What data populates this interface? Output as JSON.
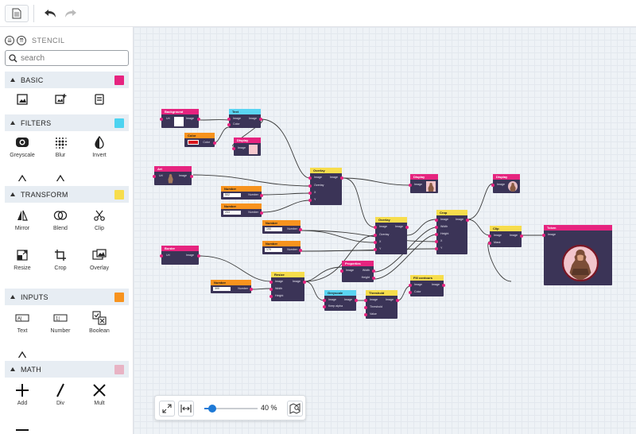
{
  "stencil": {
    "title": "STENCIL",
    "search_placeholder": "search",
    "groups": [
      {
        "label": "BASIC",
        "color": "#e6247f"
      },
      {
        "label": "FILTERS",
        "color": "#4dd3f0"
      },
      {
        "label": "TRANSFORM",
        "color": "#f7dd4c"
      },
      {
        "label": "INPUTS",
        "color": "#f7931e"
      },
      {
        "label": "MATH",
        "color": "#e8b3c4"
      }
    ],
    "basic_items": [
      {
        "label": "",
        "icon": "image-icon"
      },
      {
        "label": "",
        "icon": "image-plus-icon"
      },
      {
        "label": "",
        "icon": "document-icon"
      }
    ],
    "filter_items": [
      {
        "label": "Greyscale",
        "icon": "greyscale-icon"
      },
      {
        "label": "Blur",
        "icon": "blur-icon"
      },
      {
        "label": "Invert",
        "icon": "invert-icon"
      }
    ],
    "transform_items": [
      {
        "label": "Mirror",
        "icon": "mirror-icon"
      },
      {
        "label": "Blend",
        "icon": "blend-icon"
      },
      {
        "label": "Clip",
        "icon": "scissors-icon"
      },
      {
        "label": "Resize",
        "icon": "resize-icon"
      },
      {
        "label": "Crop",
        "icon": "crop-icon"
      },
      {
        "label": "Overlay",
        "icon": "overlay-icon"
      }
    ],
    "input_items": [
      {
        "label": "Text",
        "icon": "text-input-icon"
      },
      {
        "label": "Number",
        "icon": "number-input-icon"
      },
      {
        "label": "Boolean",
        "icon": "boolean-icon"
      }
    ],
    "math_items": [
      {
        "label": "Add",
        "icon": "plus-icon"
      },
      {
        "label": "Div",
        "icon": "slash-icon"
      },
      {
        "label": "Mult",
        "icon": "times-icon"
      }
    ]
  },
  "nodes": {
    "background": {
      "title": "Background",
      "out": "Image",
      "in": "Url"
    },
    "text": {
      "title": "Text",
      "in1": "Image",
      "in2": "Color",
      "out": "Image"
    },
    "color": {
      "title": "Color",
      "out": "Color"
    },
    "display1": {
      "title": "Display",
      "in": "Image"
    },
    "art": {
      "title": "Art",
      "in": "Url",
      "out": "Image"
    },
    "number1": {
      "title": "Number",
      "value": "502",
      "out": "Number"
    },
    "number2": {
      "title": "Number",
      "value": "203",
      "out": "Number"
    },
    "overlay1": {
      "title": "Overlay",
      "ports": [
        "Image",
        "Overlay",
        "X",
        "Y"
      ],
      "out": "Image"
    },
    "display2": {
      "title": "Display",
      "in": "Image"
    },
    "number3": {
      "title": "Number",
      "value": "190",
      "out": "Number"
    },
    "number4": {
      "title": "Number",
      "value": "170",
      "out": "Number"
    },
    "overlay2": {
      "title": "Overlay",
      "ports": [
        "Image",
        "Overlay",
        "X",
        "Y"
      ],
      "out": "Image"
    },
    "crop": {
      "title": "Crop",
      "ports": [
        "Image",
        "Width",
        "Height",
        "X",
        "Y"
      ],
      "out": "Image"
    },
    "display3": {
      "title": "Display",
      "in": "Image"
    },
    "clip": {
      "title": "Clip",
      "ports": [
        "Image",
        "Mask"
      ],
      "out": "Image"
    },
    "token": {
      "title": "Token",
      "in": "Image"
    },
    "border": {
      "title": "Border",
      "in": "Url",
      "out": "Image"
    },
    "number5": {
      "title": "Number",
      "value": "300",
      "out": "Number"
    },
    "resize": {
      "title": "Resize",
      "ports": [
        "Image",
        "Width",
        "Height"
      ],
      "out": "Image"
    },
    "properties": {
      "title": "Properties",
      "in": "Image",
      "out1": "Width",
      "out2": "Height"
    },
    "greyscale": {
      "title": "Greyscale",
      "in": "Image",
      "in2": "Keep alpha",
      "out": "Image"
    },
    "threshold": {
      "title": "Threshold",
      "ports": [
        "Image",
        "Threshold",
        "Value"
      ],
      "out": "Image"
    },
    "fill": {
      "title": "Fill contours",
      "ports": [
        "Image",
        "Color"
      ],
      "out": "Image"
    }
  },
  "colors": {
    "pink": "#e6247f",
    "cyan": "#5ad4f2",
    "yellow": "#f7dd4c",
    "orange": "#f7931e",
    "node_body": "#3b3457",
    "wire": "#3a3a3a"
  },
  "zoom": {
    "value": "40 %",
    "level": 0.15
  }
}
